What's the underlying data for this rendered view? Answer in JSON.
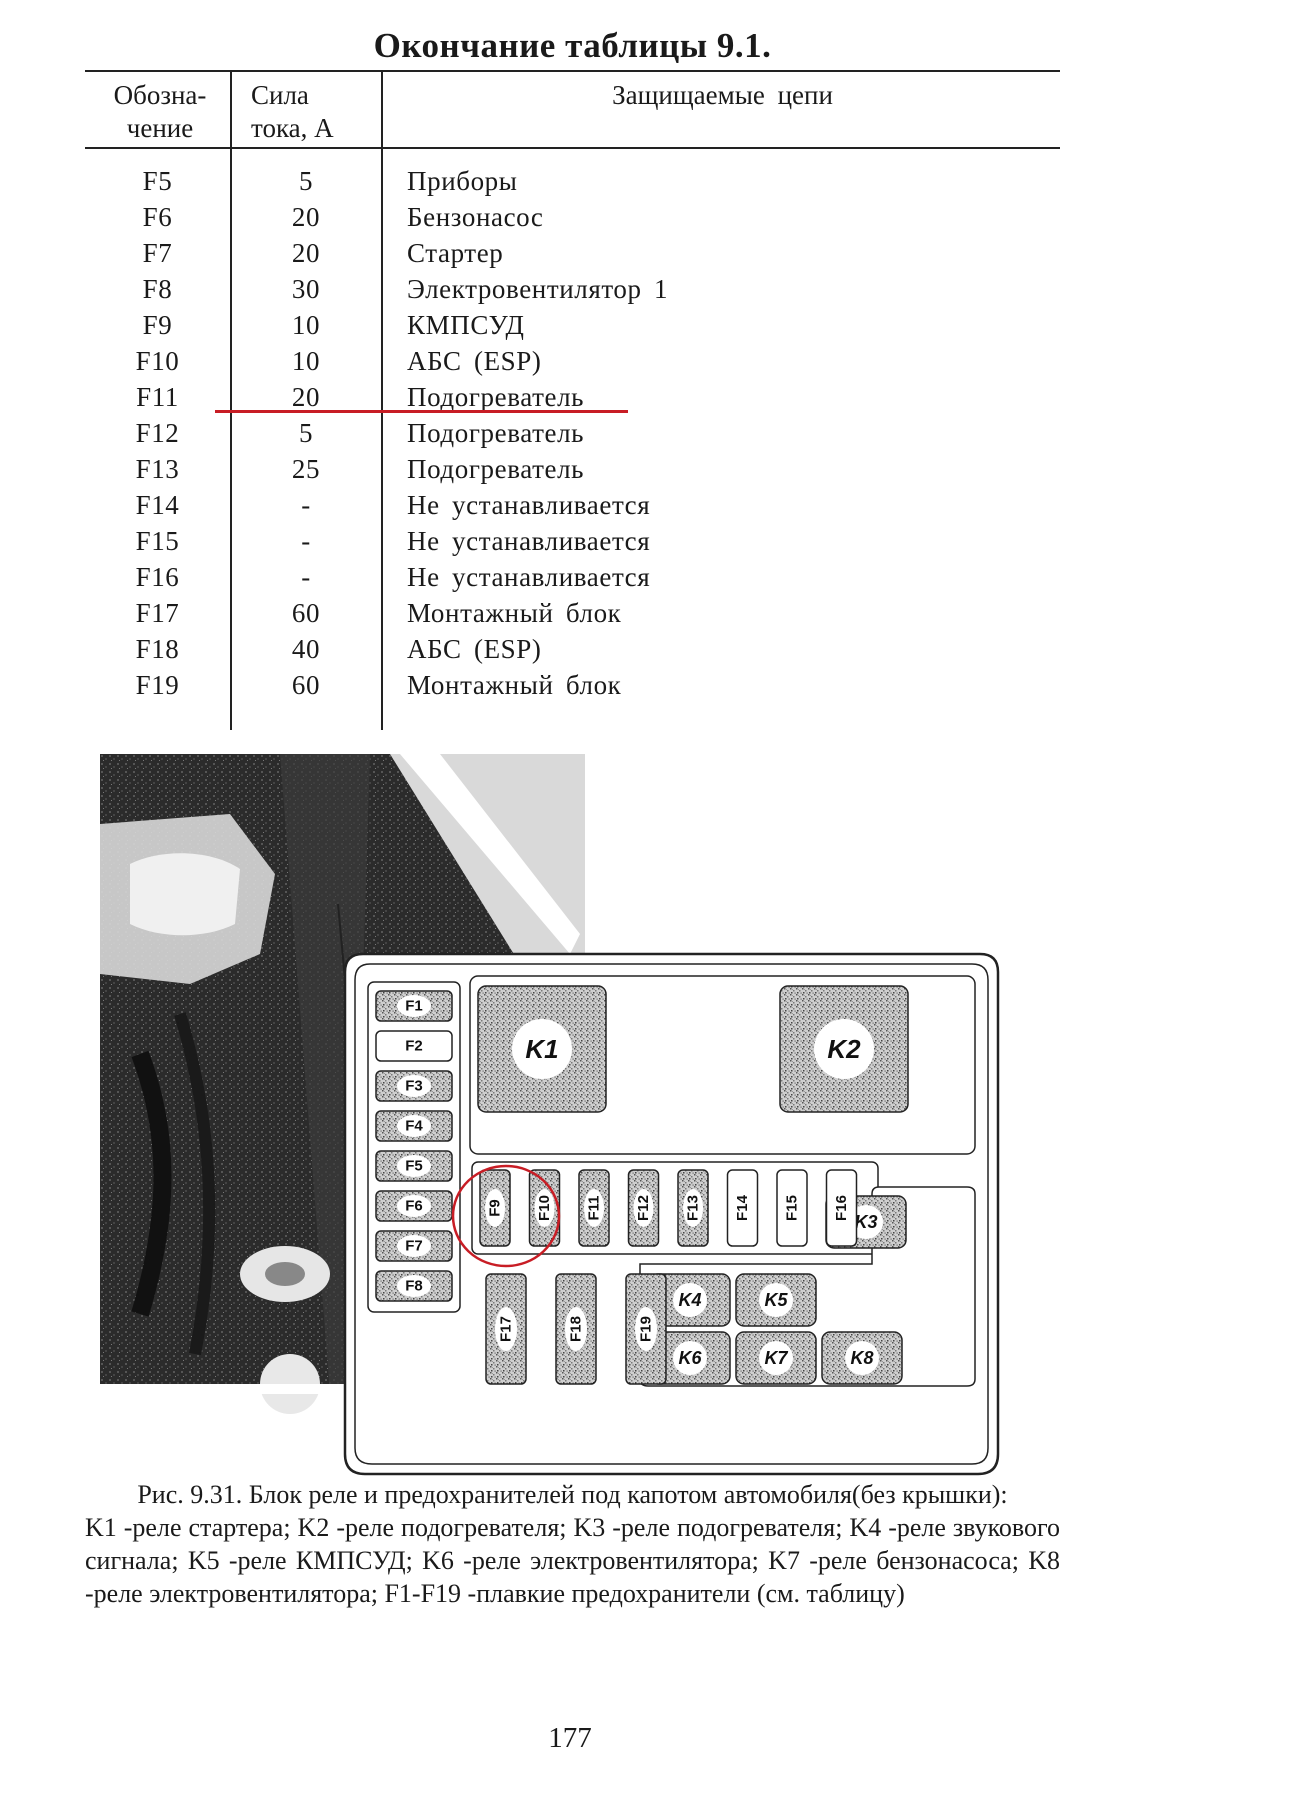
{
  "table": {
    "title": "Окончание таблицы 9.1.",
    "headers": [
      "Обозна-\nчение",
      "Сила\nтока, А",
      "Защищаемые цепи"
    ],
    "rows": [
      [
        "F5",
        "5",
        "Приборы"
      ],
      [
        "F6",
        "20",
        "Бензонасос"
      ],
      [
        "F7",
        "20",
        "Стартер"
      ],
      [
        "F8",
        "30",
        "Электровентилятор 1"
      ],
      [
        "F9",
        "10",
        "КМПСУД"
      ],
      [
        "F10",
        "10",
        "АБС (ESP)"
      ],
      [
        "F11",
        "20",
        "Подогреватель"
      ],
      [
        "F12",
        "5",
        "Подогреватель"
      ],
      [
        "F13",
        "25",
        "Подогреватель"
      ],
      [
        "F14",
        "-",
        "Не устанавливается"
      ],
      [
        "F15",
        "-",
        "Не устанавливается"
      ],
      [
        "F16",
        "-",
        "Не устанавливается"
      ],
      [
        "F17",
        "60",
        "Монтажный блок"
      ],
      [
        "F18",
        "40",
        "АБС (ESP)"
      ],
      [
        "F19",
        "60",
        "Монтажный блок"
      ]
    ],
    "highlight_color": "#c81d25"
  },
  "diagram": {
    "left_fuses": [
      "F1",
      "F2",
      "F3",
      "F4",
      "F5",
      "F6",
      "F7",
      "F8"
    ],
    "mid_fuses": [
      "F9",
      "F10",
      "F11",
      "F12",
      "F13",
      "F14",
      "F15",
      "F16"
    ],
    "low_fuses": [
      "F17",
      "F18",
      "F19"
    ],
    "relays": [
      "K1",
      "K2",
      "K3",
      "K4",
      "K5",
      "K6",
      "K7",
      "K8"
    ]
  },
  "caption": {
    "line1": "Рис. 9.31. Блок реле и предохранителей под капотом автомобиля(без крышки):",
    "line2": "K1 -реле стартера; K2 -реле подогревателя; K3 -реле подогревателя; K4 -реле звукового сигнала; K5 -реле КМПСУД; K6 -реле электровентилятора; K7 -реле бензонасоса; K8 -реле электровентилятора; F1-F19 -плавкие предохранители (см. таблицу)"
  },
  "page_number": "177"
}
